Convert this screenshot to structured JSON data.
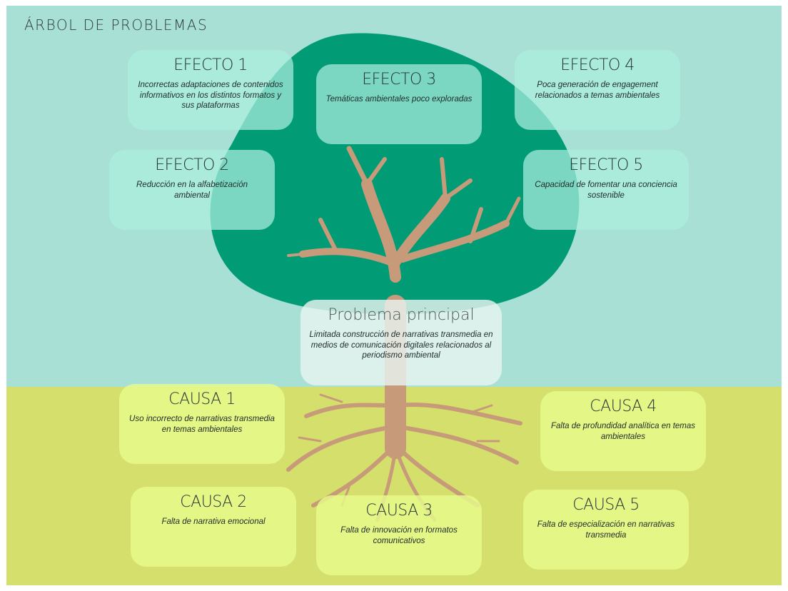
{
  "title": "ÁRBOL DE PROBLEMAS",
  "colors": {
    "sky": "#a8e0d6",
    "ground": "#d4e06b",
    "canopy": "#019b76",
    "trunk": "#c79a7a"
  },
  "effects": [
    {
      "label": "EFECTO 1",
      "text": "Incorrectas adaptaciones de contenidos informativos en los distintos formatos y sus plataformas"
    },
    {
      "label": "EFECTO 2",
      "text": "Reducción en la alfabetización ambiental"
    },
    {
      "label": "EFECTO 3",
      "text": "Temáticas ambientales poco exploradas"
    },
    {
      "label": "EFECTO 4",
      "text": "Poca generación de engagement relacionados a temas ambientales"
    },
    {
      "label": "EFECTO 5",
      "text": "Capacidad de fomentar una conciencia sostenible"
    }
  ],
  "problem": {
    "label": "Problema principal",
    "text": "Limitada construcción de narrativas transmedia en medios de comunicación digitales relacionados al periodismo ambiental"
  },
  "causes": [
    {
      "label": "CAUSA 1",
      "text": "Uso incorrecto de narrativas transmedia en temas ambientales"
    },
    {
      "label": "CAUSA 2",
      "text": "Falta de narrativa emocional"
    },
    {
      "label": "CAUSA 3",
      "text": "Falta de innovación en formatos comunicativos"
    },
    {
      "label": "CAUSA 4",
      "text": "Falta de profundidad analítica en temas ambientales"
    },
    {
      "label": "CAUSA 5",
      "text": "Falta de especialización en narrativas transmedia"
    }
  ]
}
